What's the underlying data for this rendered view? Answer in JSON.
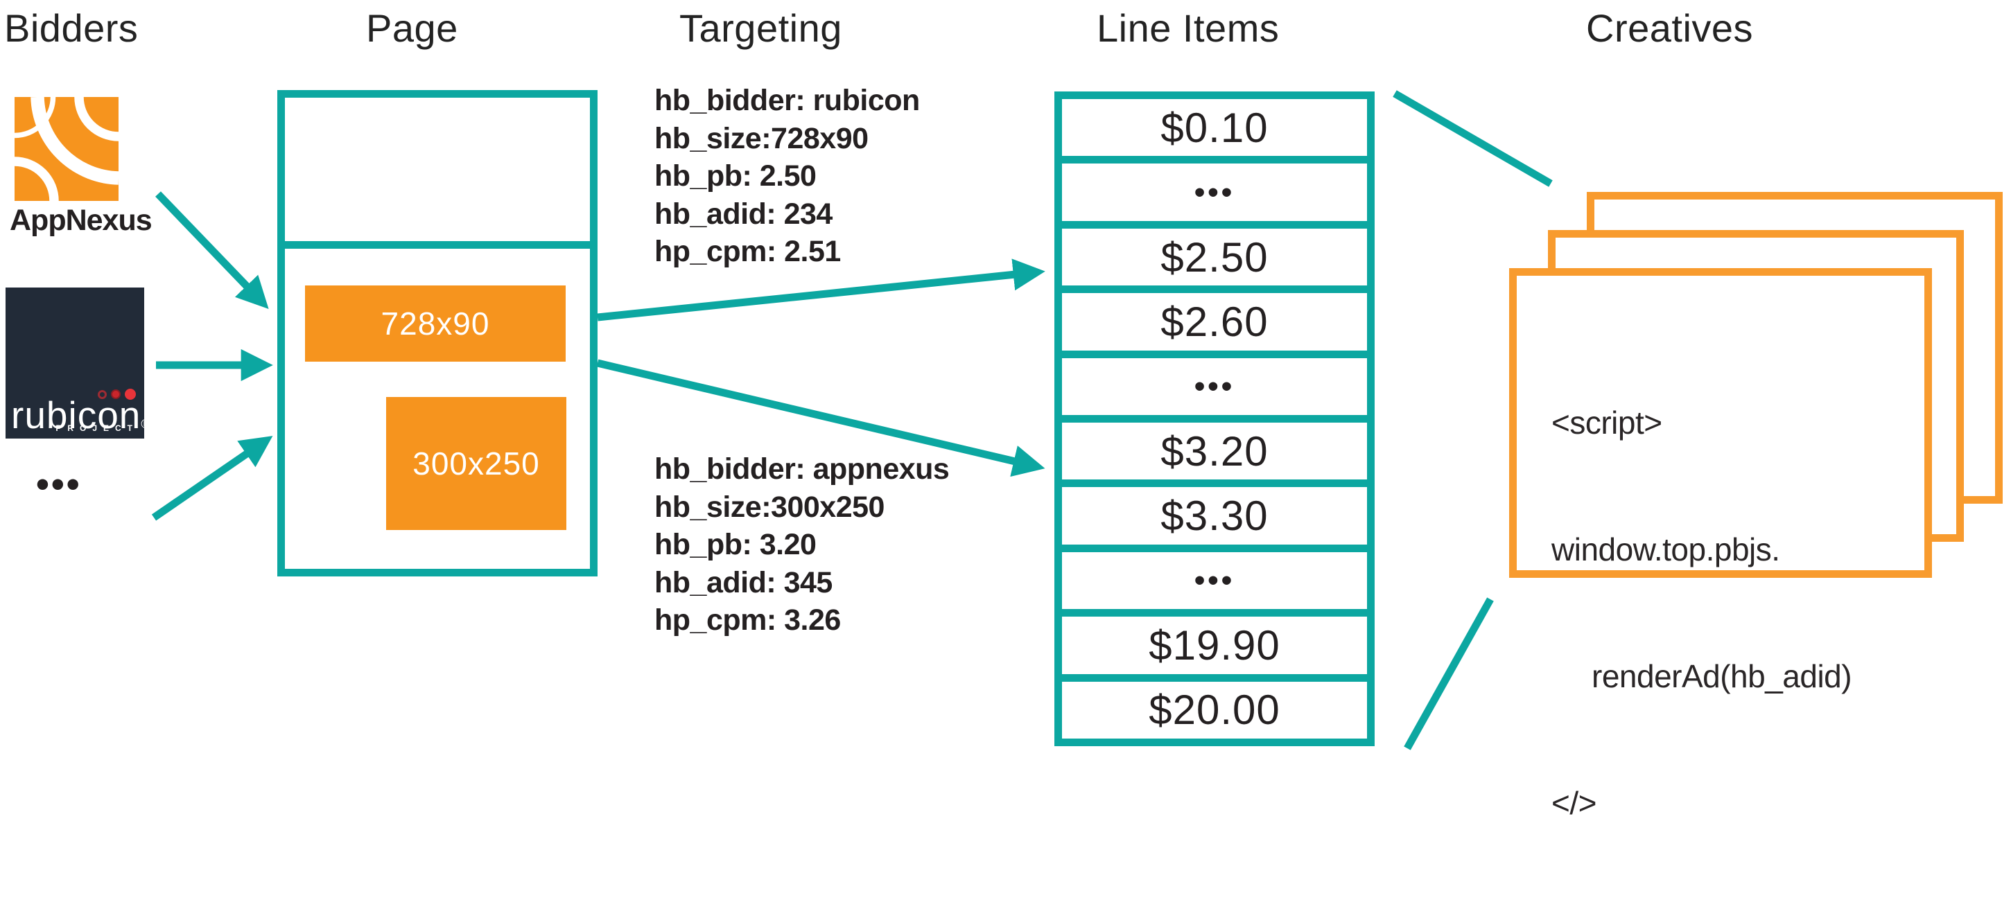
{
  "headers": {
    "bidders": "Bidders",
    "page": "Page",
    "targeting": "Targeting",
    "line_items": "Line Items",
    "creatives": "Creatives"
  },
  "bidders": {
    "appnexus_label": "AppNexus",
    "rubicon": {
      "name": "rubicon",
      "reg": "®",
      "project": "PROJECT"
    },
    "more": "•••"
  },
  "page": {
    "slot_leaderboard": "728x90",
    "slot_rectangle": "300x250"
  },
  "targeting": {
    "rubicon_block": {
      "lines": [
        "hb_bidder: rubicon",
        "hb_size:728x90",
        "hb_pb: 2.50",
        "hb_adid: 234",
        "hp_cpm: 2.51"
      ]
    },
    "appnexus_block": {
      "lines": [
        "hb_bidder: appnexus",
        "hb_size:300x250",
        "hb_pb: 3.20",
        "hb_adid: 345",
        "hp_cpm: 3.26"
      ]
    }
  },
  "line_items": {
    "rows": [
      "$0.10",
      "•••",
      "$2.50",
      "$2.60",
      "•••",
      "$3.20",
      "$3.30",
      "•••",
      "$19.90",
      "$20.00"
    ]
  },
  "creatives": {
    "script_lines": [
      "<script>",
      "window.top.pbjs.",
      "renderAd(hb_adid)",
      "</>"
    ]
  },
  "icons": {
    "appnexus_logo": "appnexus-logo",
    "rubicon_logo": "rubicon-project-logo"
  },
  "colors": {
    "teal": "#0ca7a1",
    "orange": "#f6941e",
    "card_border": "#f89b2e",
    "rubicon_navy": "#222b38",
    "text_dark": "#242021"
  }
}
